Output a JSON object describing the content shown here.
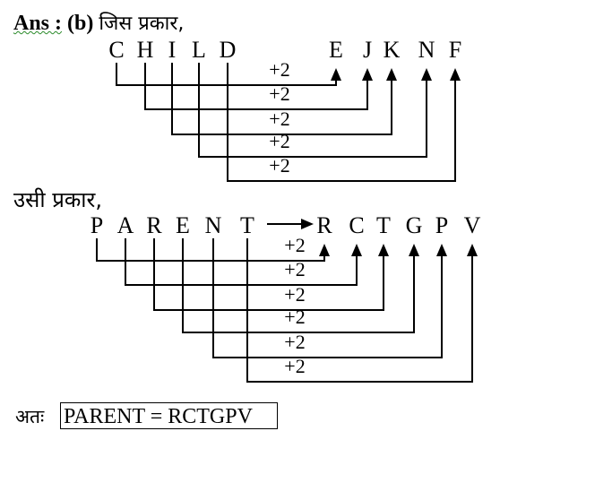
{
  "header": {
    "ans_label": "Ans :",
    "option": "(b)",
    "hindi_prefix": "जिस प्रकार,"
  },
  "similarly_label": "उसी प्रकार,",
  "therefore_label": "अतः",
  "result": "PARENT = RCTGPV",
  "example1": {
    "source": [
      "C",
      "H",
      "I",
      "L",
      "D"
    ],
    "target": [
      "E",
      "J",
      "K",
      "N",
      "F"
    ],
    "shift_label": "+2"
  },
  "example2": {
    "source": [
      "P",
      "A",
      "R",
      "E",
      "N",
      "T"
    ],
    "target": [
      "R",
      "C",
      "T",
      "G",
      "P",
      "V"
    ],
    "shift_label": "+2"
  },
  "colors": {
    "ink": "#000000",
    "underline": "#2a8a2a"
  }
}
